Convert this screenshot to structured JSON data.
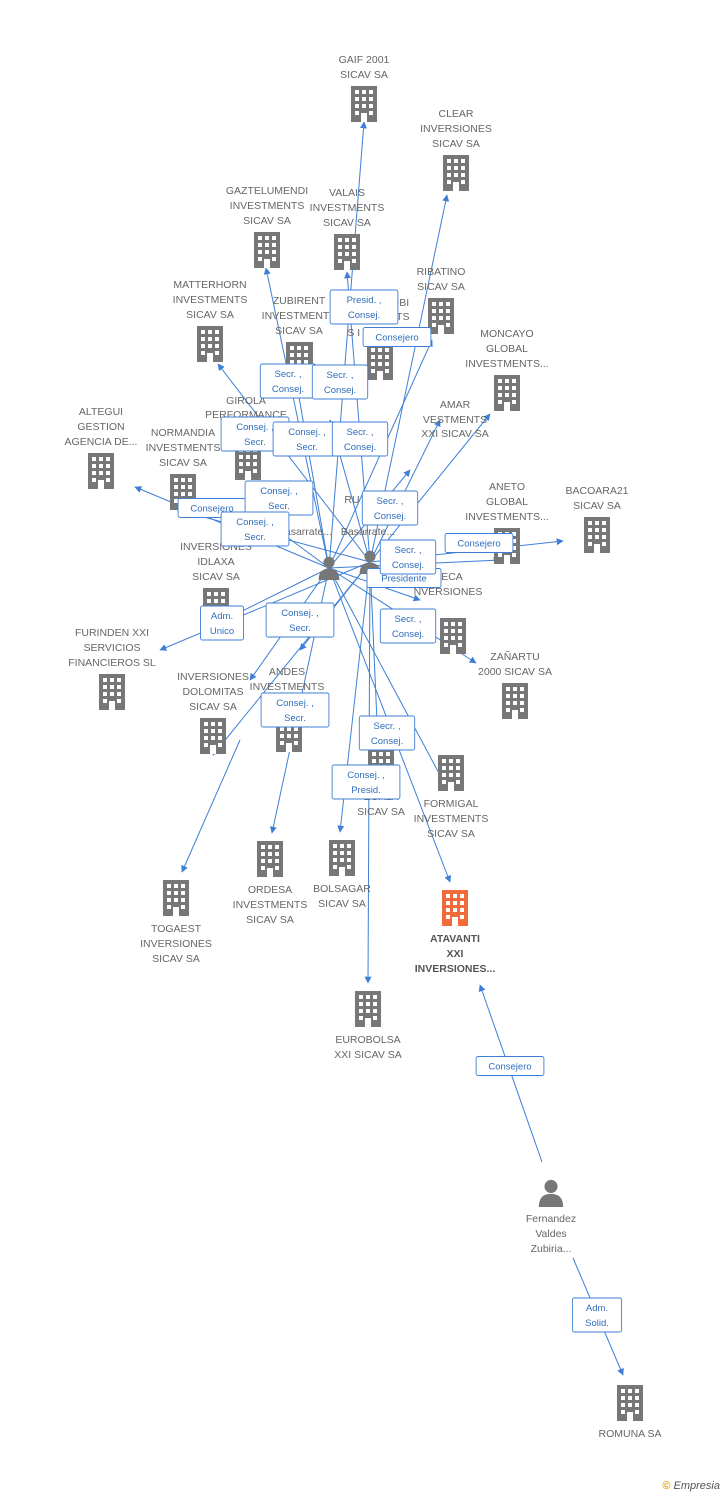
{
  "colors": {
    "edge": "#3d7fd6",
    "company": "#777777",
    "focus_company": "#f26b3a",
    "person": "#777777"
  },
  "brand": {
    "copyright": "©",
    "name": "Empresia"
  },
  "companies": [
    {
      "id": "gaif",
      "lines": [
        "GAIF 2001",
        "SICAV SA"
      ]
    },
    {
      "id": "clear",
      "lines": [
        "CLEAR",
        "INVERSIONES",
        "SICAV SA"
      ]
    },
    {
      "id": "gaztelumendi",
      "lines": [
        "GAZTELUMENDI",
        "INVESTMENTS",
        "SICAV SA"
      ]
    },
    {
      "id": "valais",
      "lines": [
        "VALAIS",
        "INVESTMENTS",
        "SICAV SA"
      ]
    },
    {
      "id": "ribatino",
      "lines": [
        "RIBATINO",
        "SICAV SA"
      ]
    },
    {
      "id": "matterhorn",
      "lines": [
        "MATTERHORN",
        "INVESTMENTS",
        "SICAV SA"
      ]
    },
    {
      "id": "zubirent",
      "lines": [
        "ZUBIRENT",
        "INVESTMENTS",
        "SICAV SA"
      ]
    },
    {
      "id": "moncayo",
      "lines": [
        "MONCAYO",
        "GLOBAL",
        "INVESTMENTS..."
      ]
    },
    {
      "id": "altegui",
      "lines": [
        "ALTEGUI",
        "GESTION",
        "AGENCIA DE..."
      ]
    },
    {
      "id": "normandia",
      "lines": [
        "NORMANDIA",
        "INVESTMENTS",
        "SICAV SA"
      ]
    },
    {
      "id": "aneto",
      "lines": [
        "ANETO",
        "GLOBAL",
        "INVESTMENTS..."
      ]
    },
    {
      "id": "bacoara",
      "lines": [
        "BACOARA21",
        "SICAV SA"
      ]
    },
    {
      "id": "idlaxa",
      "lines": [
        "INVERSIONES",
        "IDLAXA",
        "SICAV SA"
      ]
    },
    {
      "id": "furinden",
      "lines": [
        "FURINDEN XXI",
        "SERVICIOS",
        "FINANCIEROS SL"
      ]
    },
    {
      "id": "zanartu",
      "lines": [
        "ZAÑARTU",
        "2000 SICAV SA"
      ]
    },
    {
      "id": "dolomitas",
      "lines": [
        "INVERSIONES",
        "DOLOMITAS",
        "SICAV SA"
      ]
    },
    {
      "id": "formigal",
      "lines": [
        "FORMIGAL",
        "INVESTMENTS",
        "SICAV SA"
      ]
    },
    {
      "id": "egala",
      "lines": [
        "EGALA",
        "SICAV SA"
      ]
    },
    {
      "id": "togaest",
      "lines": [
        "TOGAEST",
        "INVERSIONES",
        "SICAV SA"
      ]
    },
    {
      "id": "ordesa",
      "lines": [
        "ORDESA",
        "INVESTMENTS",
        "SICAV SA"
      ]
    },
    {
      "id": "bolsagar",
      "lines": [
        "BOLSAGAR",
        "SICAV SA"
      ]
    },
    {
      "id": "atavanti",
      "lines": [
        "ATAVANTI",
        "XXI",
        "INVERSIONES..."
      ],
      "focus": true
    },
    {
      "id": "eurobolsa",
      "lines": [
        "EUROBOLSA",
        "XXI SICAV SA"
      ]
    },
    {
      "id": "romuna",
      "lines": [
        "ROMUNA SA"
      ]
    }
  ],
  "persons": [
    {
      "id": "fernandez",
      "lines": [
        "Fernandez",
        "Valdes",
        "Zubiria..."
      ]
    }
  ],
  "roles": [
    "Presid. ,|Consej.",
    "Consejero",
    "Secr. ,|Consej.",
    "Consej. ,|Secr.",
    "Consejero",
    "Consejero",
    "Adm.|Unico",
    "Presidente",
    "Consej. ,|Presid.",
    "Consejero",
    "Adm.|Solid.",
    "Secr. ,|Consej.",
    "Consej. ,|Secr.",
    "Secr. ,|Consej.",
    "Consej. ,|Secr.",
    "Secr. ,|Consej.",
    "Consej. ,|Secr.",
    "Secr. ,|Consej.",
    "Consej. ,|Secr.",
    "Secr. ,|Consej.",
    "Consej. ,|Secr.",
    "Secr. ,|Consej."
  ],
  "faded_labels": [
    "GIROLA",
    "PERFORMANCE",
    "RU",
    "Basarrate...",
    "Basarrate...",
    "ANDES",
    "INVESTMENTS",
    "RIBI",
    "NTS",
    "ECA",
    "NVERSIONES",
    "AMAR",
    "VESTMENTS",
    "XXI SICAV SA",
    "S I C"
  ]
}
